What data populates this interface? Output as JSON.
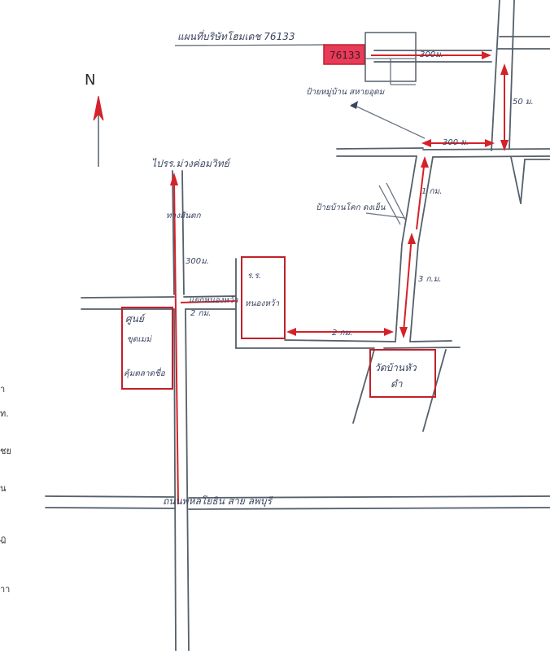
{
  "header": {
    "title": "แผนที่บริษัทโฮมเดช 76133",
    "highlight_code": "76133"
  },
  "compass": {
    "north": "N"
  },
  "labels": {
    "to_rd": "ไปรร.ม่วงค่อมวิทย์",
    "road_name": "ทางสันตก",
    "dist_300_left": "300ม.",
    "dist_300_top": "300ม.",
    "dist_300_right": "300 ม.",
    "dist_50": "50 ม.",
    "bus_stop_village": "ป้ายหมู่บ้าน สหายอุดม",
    "bus_stop_post": "ป้ายบ้านโคก ดงเย็น",
    "dist_1km": "1 กม.",
    "dist_3km": "3 ก.ม.",
    "dist_2km": "2 กม.",
    "dist_2km_left": "2 กม.",
    "school_line1": "ร.ร.",
    "school_line2": "หนองหว้า",
    "school_junction": "แยกหนองหว้า",
    "center_line1": "ศูนย์",
    "center_line2": "ขุดเมม่",
    "center_line3": "คุ้มตลาดชื่อ",
    "temple_line1": "วัดบ้านหัว",
    "temple_line2": "ดำ",
    "highway": "ถนนพหลโยธิน สาย ลพบุรี"
  },
  "margin_chars": [
    "า",
    "ท.",
    "ชย",
    "น",
    "ฎ",
    "าา"
  ],
  "colors": {
    "road": "#55606a",
    "accent_red": "#d4222a",
    "ink": "#3a4460",
    "highlight_fill": "#e83b5a"
  }
}
